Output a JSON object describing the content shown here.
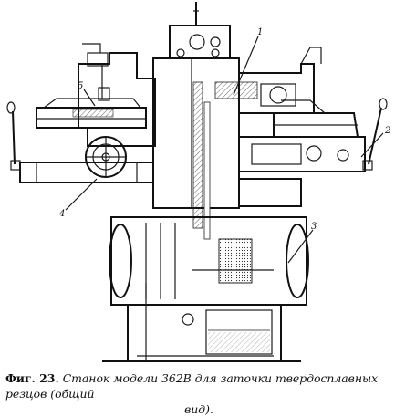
{
  "labels": {
    "l1": "1",
    "l2": "2",
    "l3": "3",
    "l4": "4",
    "l5": "5"
  },
  "caption": {
    "label": "Фиг. 23.",
    "text": "Станок модели 362В для заточки твердосплавных резцов (общий",
    "text_cont": "вид)."
  }
}
